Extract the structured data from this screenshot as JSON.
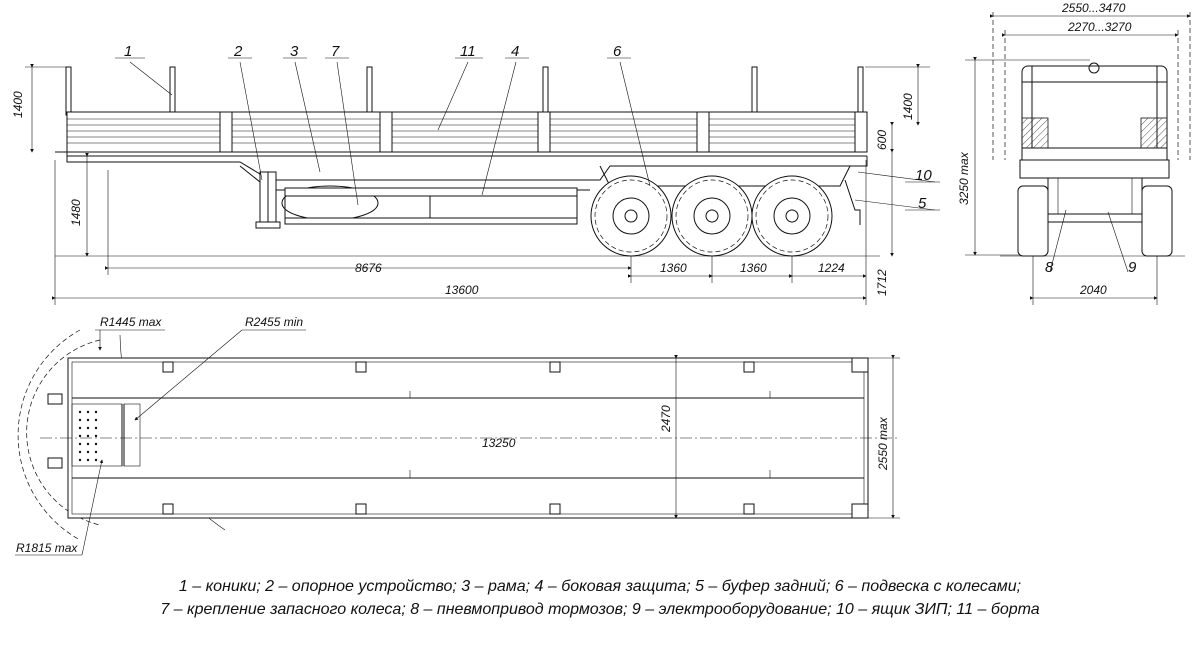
{
  "side_view": {
    "callouts": [
      "1",
      "2",
      "3",
      "7",
      "11",
      "4",
      "6",
      "10",
      "5"
    ],
    "dims": {
      "stake_height": "1400",
      "deck_height": "1480",
      "kingpin_to_axle": "8676",
      "axle_spacing_1": "1360",
      "axle_spacing_2": "1360",
      "rear_overhang": "1224",
      "overall_length": "13600",
      "rear_stake_height": "1400",
      "side_board": "600",
      "coupling_height": "1712"
    }
  },
  "rear_view": {
    "callouts": [
      "8",
      "9"
    ],
    "dims": {
      "width_range_outer": "2550...3470",
      "width_range_inner": "2270...3270",
      "height_max": "3250 max",
      "track": "2040"
    }
  },
  "top_view": {
    "dims": {
      "r_front": "R1445 max",
      "r_turn": "R2455 min",
      "r_swing": "R1815 max",
      "inner_width": "2470",
      "deck_length": "13250",
      "overall_width": "2550 max"
    }
  },
  "legend": {
    "line1": "1 – коники; 2 – опорное устройство; 3 – рама; 4 – боковая защита; 5 – буфер задний; 6 – подвеска с колесами;",
    "line2": "7 – крепление запасного колеса; 8 – пневмопривод тормозов; 9 – электрооборудование; 10 – ящик ЗИП; 11  – борта"
  }
}
